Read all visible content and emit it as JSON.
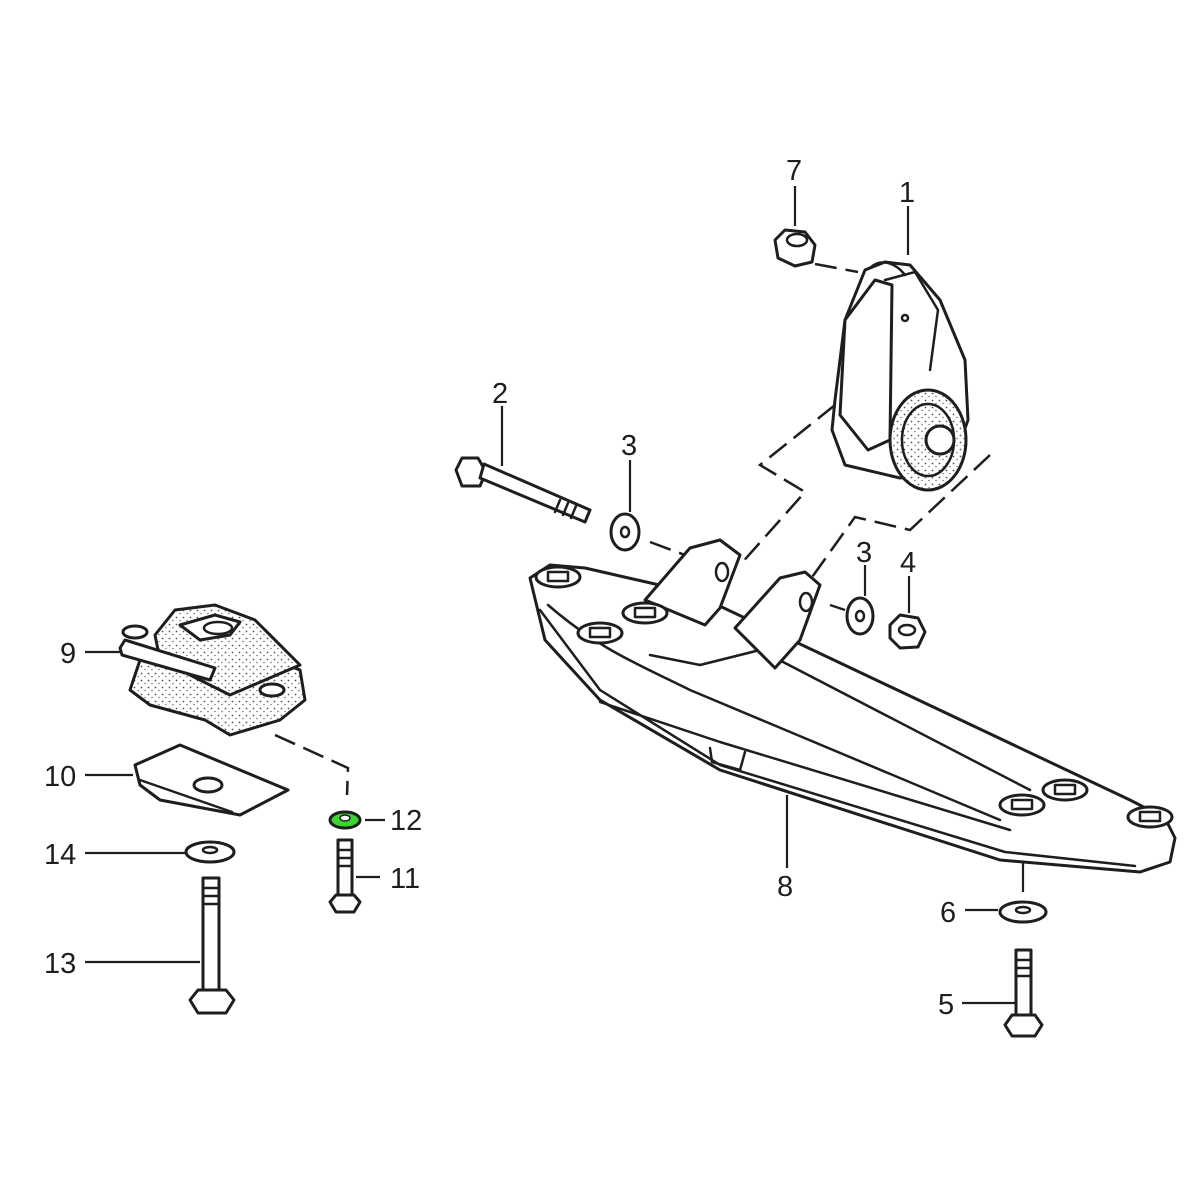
{
  "colors": {
    "ink": "#1e1e1e",
    "highlight": "#39d633",
    "background": "#ffffff"
  },
  "labels": [
    {
      "id": "1",
      "text": "1"
    },
    {
      "id": "2",
      "text": "2"
    },
    {
      "id": "3a",
      "text": "3"
    },
    {
      "id": "3b",
      "text": "3"
    },
    {
      "id": "4",
      "text": "4"
    },
    {
      "id": "5",
      "text": "5"
    },
    {
      "id": "6",
      "text": "6"
    },
    {
      "id": "7",
      "text": "7"
    },
    {
      "id": "8",
      "text": "8"
    },
    {
      "id": "9",
      "text": "9"
    },
    {
      "id": "10",
      "text": "10"
    },
    {
      "id": "11",
      "text": "11"
    },
    {
      "id": "12",
      "text": "12"
    },
    {
      "id": "13",
      "text": "13"
    },
    {
      "id": "14",
      "text": "14"
    }
  ],
  "highlighted_part": "12"
}
